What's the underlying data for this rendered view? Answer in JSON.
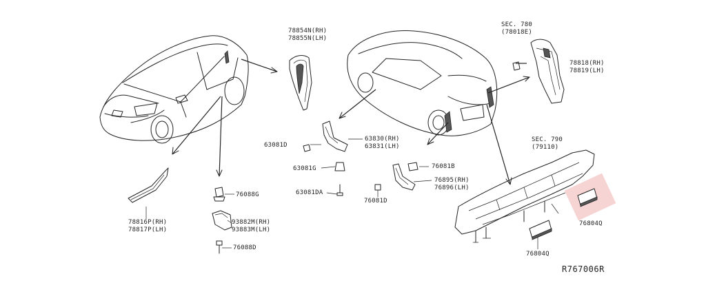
{
  "labels": {
    "p78854": "78854N(RH)",
    "p78855": "78855N(LH)",
    "sec780": "SEC. 780",
    "sec780ref": "(78018E)",
    "p78818": "78818(RH)",
    "p78819": "78819(LH)",
    "p63830": "63830(RH)",
    "p63831": "63831(LH)",
    "p63081D": "63081D",
    "p63081G": "63081G",
    "p63081DA": "63081DA",
    "p76081B": "76081B",
    "p76895": "76895(RH)",
    "p76896": "76896(LH)",
    "p76081D": "76081D",
    "sec790": "SEC. 790",
    "sec790ref": "(79110)",
    "p76804Q_a": "76804Q",
    "p76804Q_b": "76804Q",
    "p76088G": "76088G",
    "p93882": "93882M(RH)",
    "p93883": "93883M(LH)",
    "p76088D": "76088D",
    "p78816": "78816P(RH)",
    "p78817": "78817P(LH)"
  },
  "reference_code": "R767006R",
  "colors": {
    "line": "#222222",
    "highlight": "#f3c6c6"
  }
}
